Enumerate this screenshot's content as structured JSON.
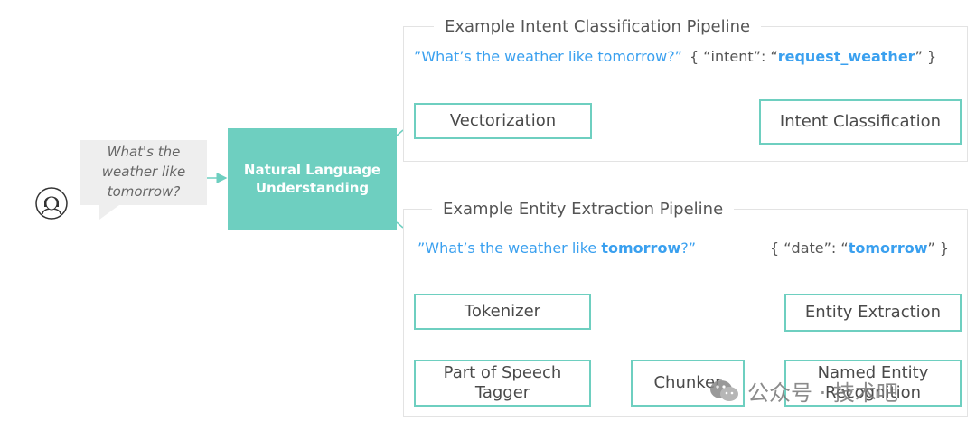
{
  "user_bubble": {
    "text": "What's the weather like tomorrow?"
  },
  "nlu_box": {
    "label": "Natural Language Understanding"
  },
  "intent_pipeline": {
    "title": "Example Intent Classification Pipeline",
    "query": "”What’s the weather like tomorrow?”",
    "output_prefix": "{ “intent”: “",
    "output_value": "request_weather",
    "output_suffix": "” }",
    "steps": [
      "Vectorization",
      "Intent Classification"
    ]
  },
  "entity_pipeline": {
    "title": "Example Entity Extraction Pipeline",
    "query_prefix": "”What’s the weather like ",
    "query_highlight": "tomorrow",
    "query_suffix": "?”",
    "output_prefix": "{ “date”: “",
    "output_value": "tomorrow",
    "output_suffix": "” }",
    "steps": [
      "Tokenizer",
      "Part of Speech Tagger",
      "Chunker",
      "Named Entity Recognition",
      "Entity Extraction"
    ]
  },
  "watermark": {
    "text": "公众号 · 技术吧"
  },
  "colors": {
    "teal": "#6ecfc0",
    "blue": "#3aa0ef",
    "bubble": "#eeeeee"
  }
}
